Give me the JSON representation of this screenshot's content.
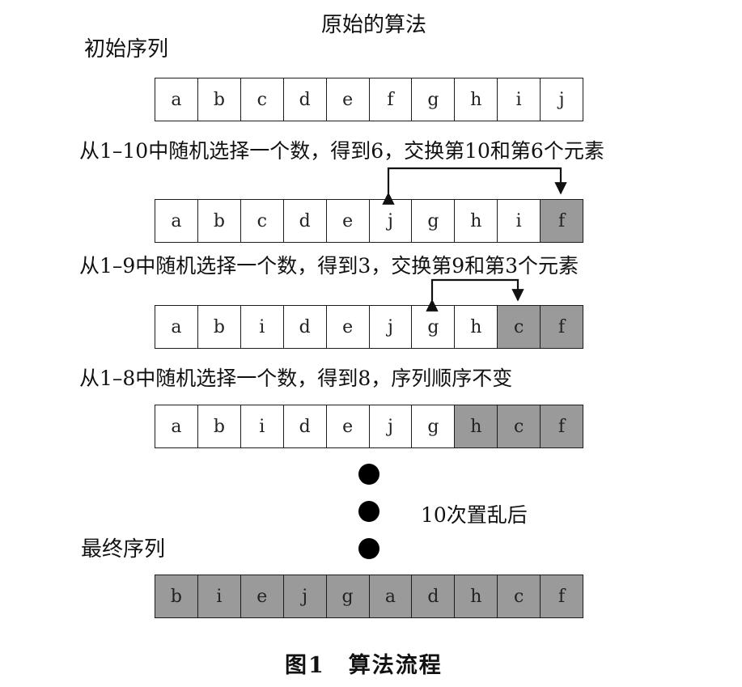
{
  "title": "原始的算法",
  "initial_label": "初始序列",
  "rows": [
    {
      "cells": [
        "a",
        "b",
        "c",
        "d",
        "e",
        "f",
        "g",
        "h",
        "i",
        "j"
      ],
      "gray_from": 10
    },
    {
      "cells": [
        "a",
        "b",
        "c",
        "d",
        "e",
        "j",
        "g",
        "h",
        "i",
        "f"
      ],
      "gray_from": 9
    },
    {
      "cells": [
        "a",
        "b",
        "i",
        "d",
        "e",
        "j",
        "g",
        "h",
        "c",
        "f"
      ],
      "gray_from": 8
    },
    {
      "cells": [
        "a",
        "b",
        "i",
        "d",
        "e",
        "j",
        "g",
        "h",
        "c",
        "f"
      ],
      "gray_from": 7
    },
    {
      "cells": [
        "b",
        "i",
        "e",
        "j",
        "g",
        "a",
        "d",
        "h",
        "c",
        "f"
      ],
      "gray_from": 0
    }
  ],
  "steps": [
    "从1–10中随机选择一个数，得到6，交换第10和第6个元素",
    "从1–9中随机选择一个数，得到3，交换第9和第3个元素",
    "从1–8中随机选择一个数，得到8，序列顺序不变"
  ],
  "dots_label": "10次置乱后",
  "final_label": "最终序列",
  "caption": "图1　算法流程",
  "colors": {
    "done_fill": "#9a9a9a",
    "border": "#1c1c1c",
    "dot": "#000000"
  }
}
